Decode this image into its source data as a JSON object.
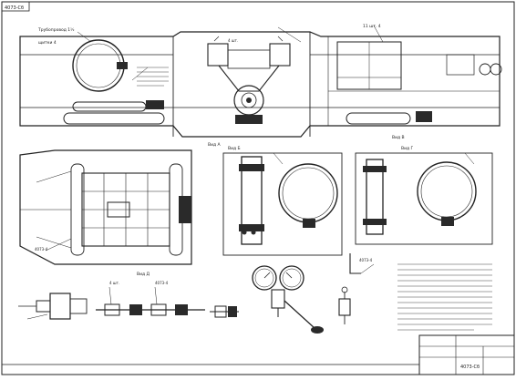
{
  "sheet": {
    "stamp_top": "4073-Сб",
    "stamp_bottom": "4073-Сб"
  },
  "callouts": {
    "top_left_a": "Трубопровод 1½",
    "top_left_b": "щитки 4",
    "center_note": "4 шт.",
    "top_right": "11 шт. 4",
    "lower_left": "4073-4",
    "lower_center_a": "4 шт.",
    "lower_center_b": "4073-4",
    "right_part": "4073-4"
  },
  "views": {
    "view_a": "Вид А",
    "view_b": "Вид Б",
    "view_v": "Вид В",
    "view_g": "Вид Г",
    "view_d": "Вид Д"
  }
}
